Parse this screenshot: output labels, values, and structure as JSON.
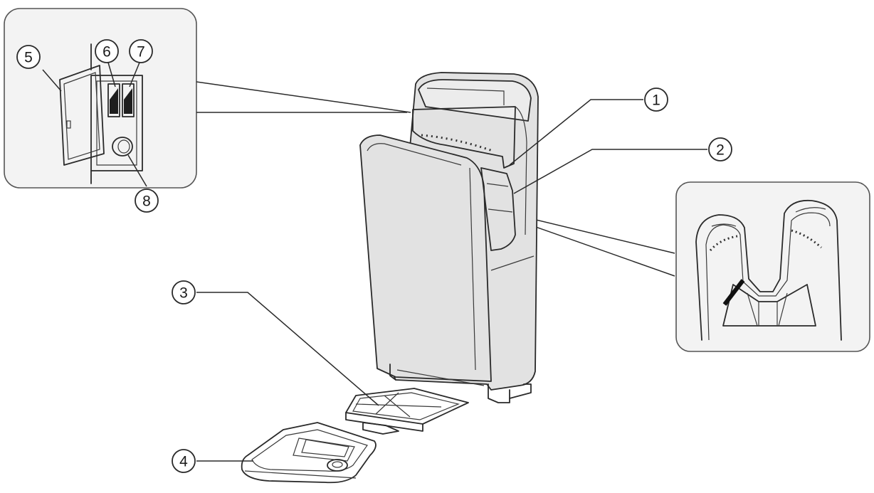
{
  "callouts": [
    {
      "id": "1",
      "label": "1"
    },
    {
      "id": "2",
      "label": "2"
    },
    {
      "id": "3",
      "label": "3"
    },
    {
      "id": "4",
      "label": "4"
    },
    {
      "id": "5",
      "label": "5"
    },
    {
      "id": "6",
      "label": "6"
    },
    {
      "id": "7",
      "label": "7"
    },
    {
      "id": "8",
      "label": "8"
    }
  ],
  "colors": {
    "line": "#2a2a2a",
    "body": "#e2e2e2",
    "inset_background": "#f3f3f3"
  }
}
